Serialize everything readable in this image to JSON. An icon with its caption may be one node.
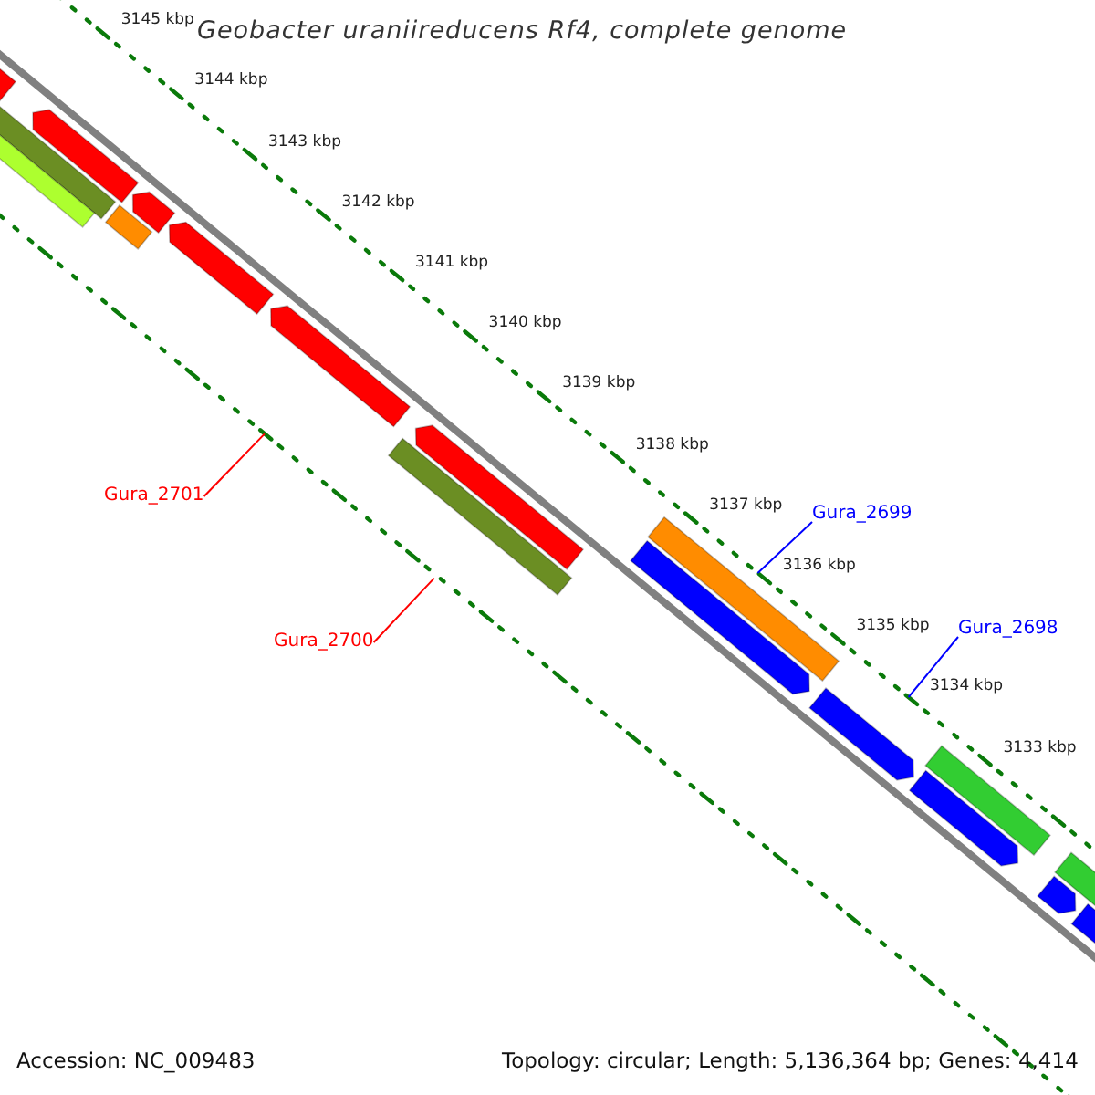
{
  "diagram": {
    "title": "Geobacter uraniireducens Rf4, complete genome",
    "nodes": [
      {
        "text": [
          "Gura_2701"
        ]
      },
      {
        "text": [
          "Gura_2699"
        ]
      },
      {
        "text": [
          "Gura_2698"
        ]
      },
      {
        "text": [
          "Gura_2700"
        ]
      }
    ],
    "edges": [
      {
        "from": 0,
        "to": null,
        "arrow": "none",
        "color": "#ff0000"
      },
      {
        "from": 1,
        "to": null,
        "arrow": "none",
        "color": "#0000ff"
      },
      {
        "from": 2,
        "to": null,
        "arrow": "none",
        "color": "#0000ff"
      },
      {
        "from": 3,
        "to": null,
        "arrow": "none",
        "color": "#ff0000"
      }
    ],
    "labels": [
      "3145 kbp",
      "3144 kbp",
      "3143 kbp",
      "3142 kbp",
      "3141 kbp",
      "3140 kbp",
      "3139 kbp",
      "3138 kbp",
      "3137 kbp",
      "3136 kbp",
      "3135 kbp",
      "3134 kbp",
      "3133 kbp",
      "Accession: NC_009483",
      "Topology: circular; Length: 5,136,364 bp; Genes: 4,414"
    ]
  }
}
